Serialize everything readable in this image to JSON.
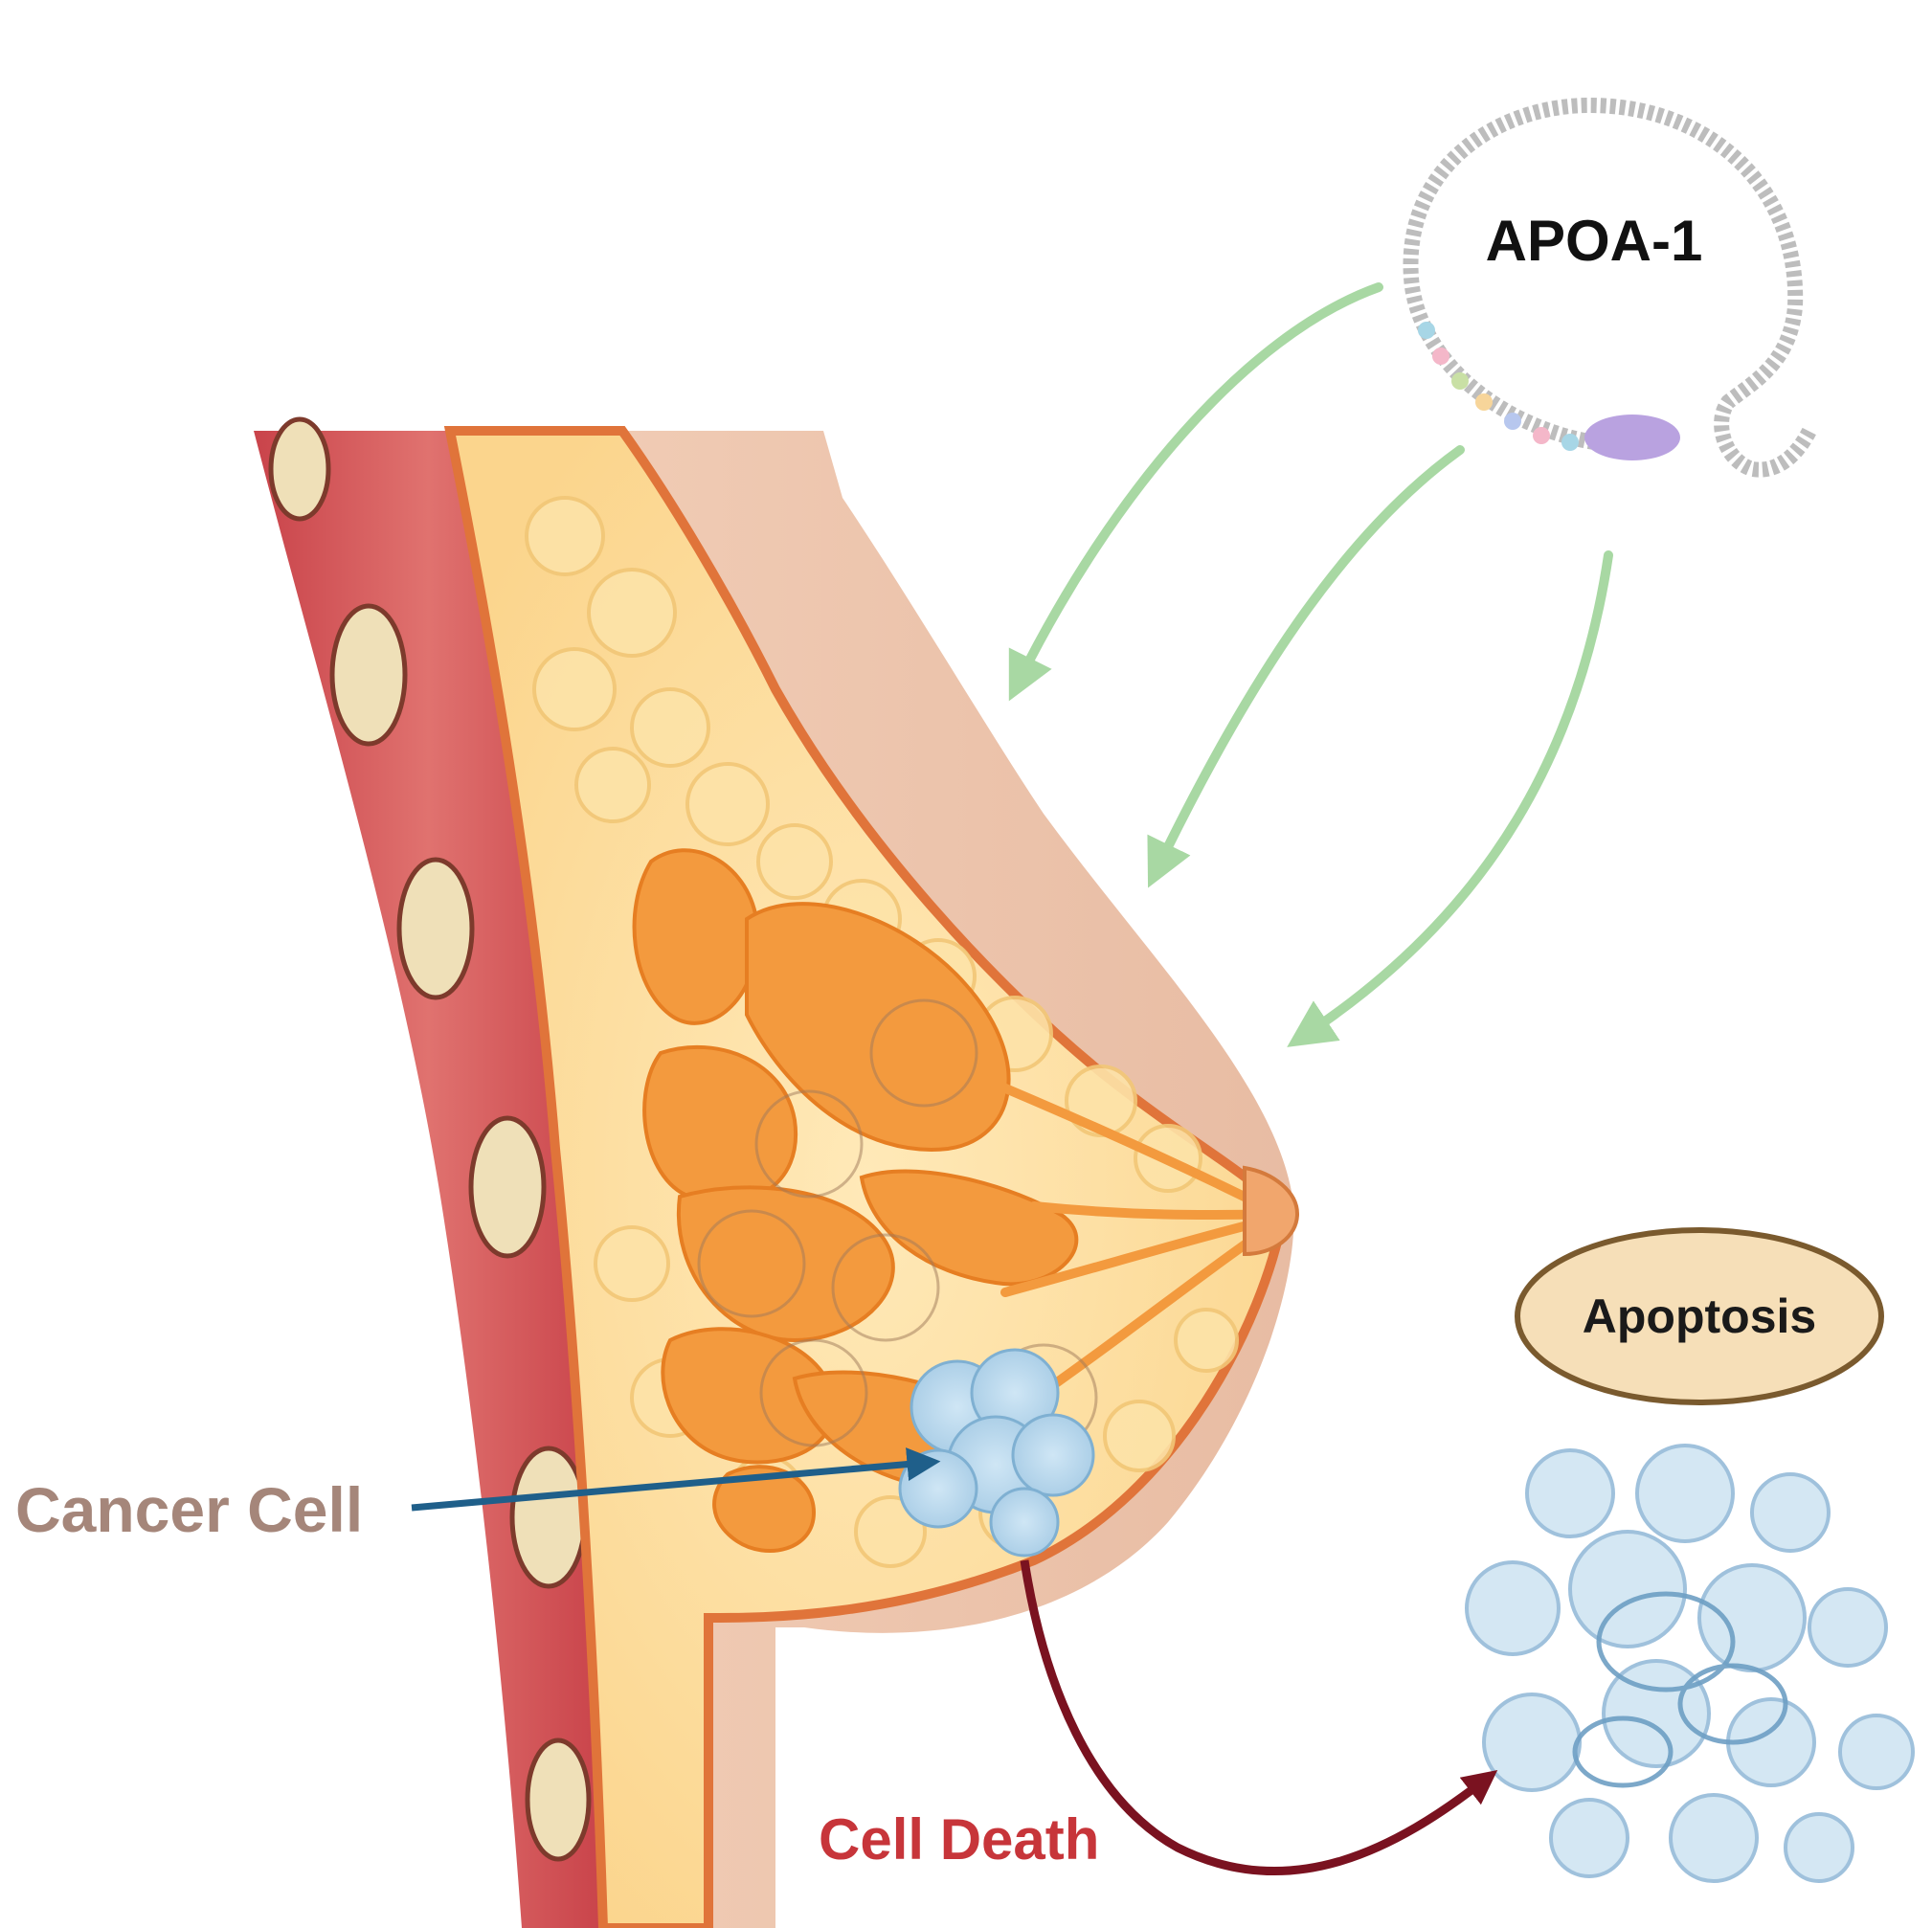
{
  "labels": {
    "protein": "APOA-1",
    "outcome": "Apoptosis",
    "tumor": "Cancer Cell",
    "process": "Cell Death"
  },
  "colors": {
    "protein_label": "#111111",
    "outcome_label": "#1a1a1a",
    "tumor_label": "#a5867a",
    "process_label": "#c7353a",
    "green_arrows": "#9fd49a",
    "blue_arrow": "#1f5f8a",
    "dark_red_arrow": "#7a1220",
    "apoptosis_ellipse_fill": "#f6dfb8",
    "apoptosis_ellipse_stroke": "#7a5a2e"
  }
}
